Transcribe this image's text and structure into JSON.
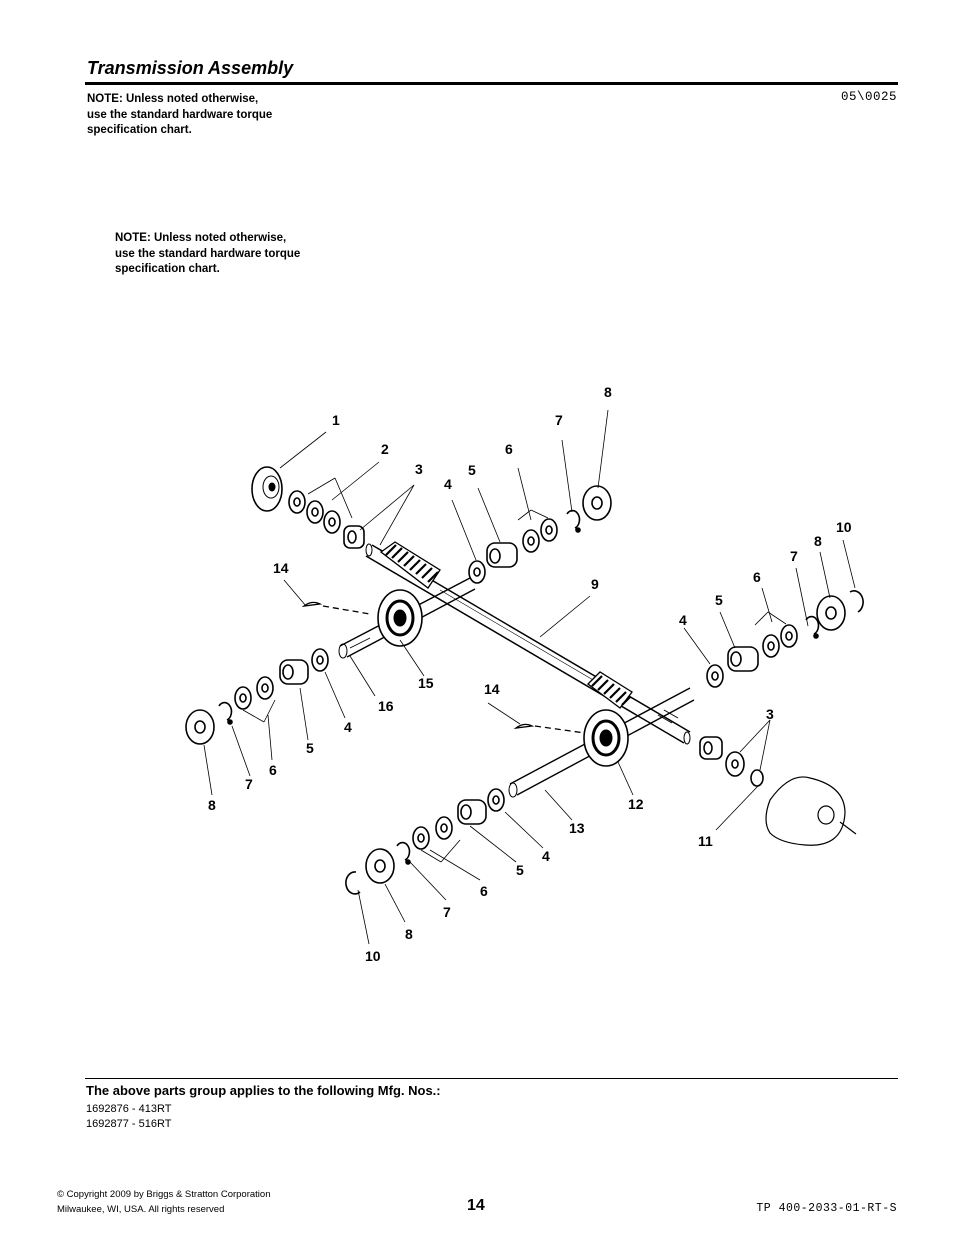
{
  "header": {
    "title": "Transmission Assembly",
    "ref_code": "05\\0025"
  },
  "notes": [
    [
      "NOTE: Unless noted otherwise,",
      "use the standard hardware torque",
      "specification chart."
    ],
    [
      "NOTE: Unless noted otherwise,",
      "use the standard hardware torque",
      "specification chart."
    ]
  ],
  "callouts": {
    "c1": "1",
    "c2": "2",
    "c3a": "3",
    "c3b": "3",
    "c4a": "4",
    "c4b": "4",
    "c4c": "4",
    "c4d": "4",
    "c5a": "5",
    "c5b": "5",
    "c5c": "5",
    "c5d": "5",
    "c6a": "6",
    "c6b": "6",
    "c6c": "6",
    "c6d": "6",
    "c7a": "7",
    "c7b": "7",
    "c7c": "7",
    "c7d": "7",
    "c8a": "8",
    "c8b": "8",
    "c8c": "8",
    "c8d": "8",
    "c9": "9",
    "c10a": "10",
    "c10b": "10",
    "c11": "11",
    "c12": "12",
    "c13": "13",
    "c14a": "14",
    "c14b": "14",
    "c15": "15",
    "c16": "16"
  },
  "applies": {
    "heading": "The above parts group applies to the following Mfg. Nos.:",
    "mfg_numbers": [
      "1692876 - 413RT",
      "1692877 - 516RT"
    ]
  },
  "footer": {
    "copyright_line1": "© Copyright  2009 by Briggs & Stratton Corporation",
    "copyright_line2": "Milwaukee, WI, USA. All rights reserved",
    "page_number": "14",
    "doc_code": "TP 400-2033-01-RT-S"
  }
}
